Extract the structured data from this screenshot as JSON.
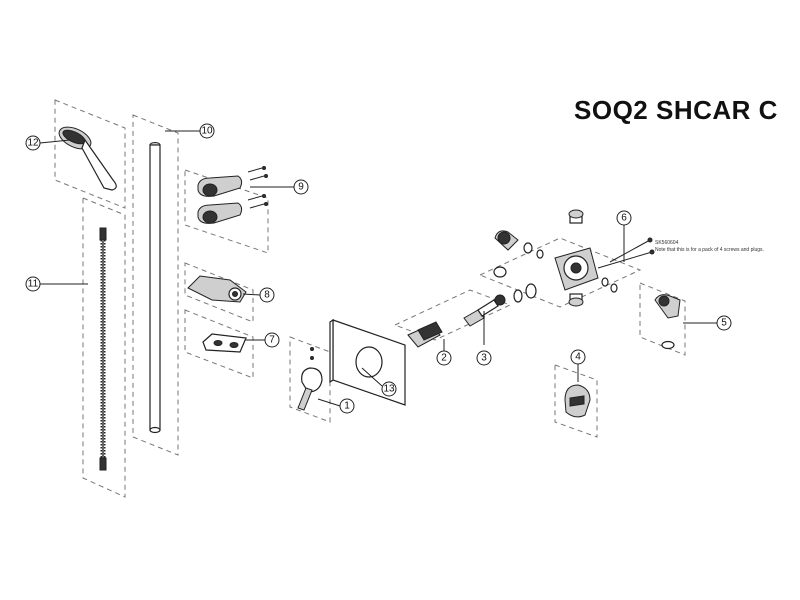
{
  "title": "SOQ2 SHCAR C",
  "callouts": [
    "1",
    "2",
    "3",
    "4",
    "5",
    "6",
    "7",
    "8",
    "9",
    "10",
    "11",
    "12",
    "13"
  ],
  "part_code": "SK560604",
  "note": "Note that this is for a pack of 4 screws and plugs."
}
